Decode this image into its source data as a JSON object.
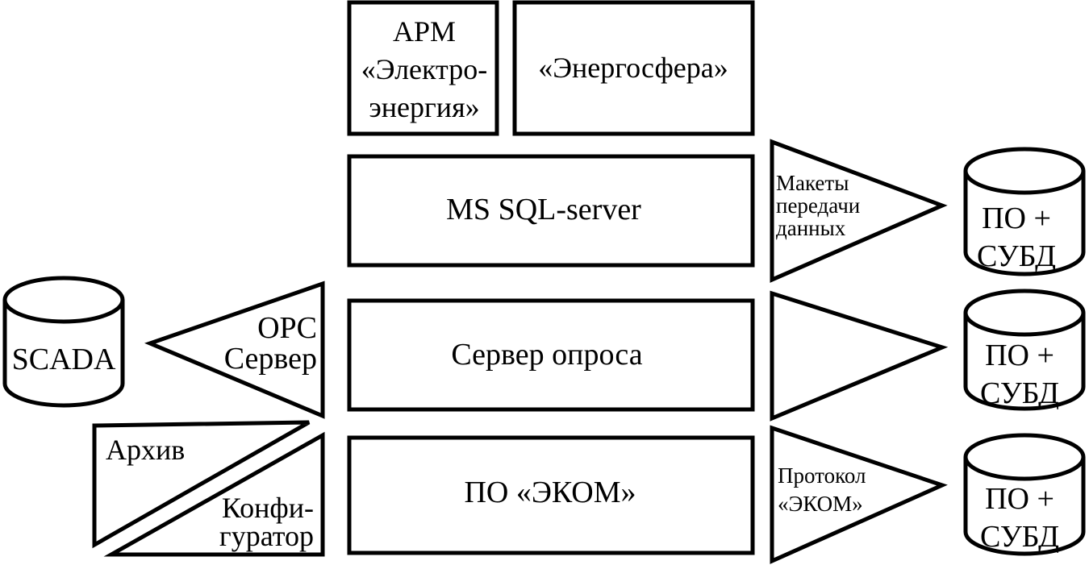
{
  "boxes": {
    "arm": [
      "АРМ",
      "«Электро-",
      "энергия»"
    ],
    "energosfera": "«Энергосфера»",
    "sql_server": "MS SQL-server",
    "poll_server": "Сервер опроса",
    "ekom": "ПО «ЭКОМ»"
  },
  "triangles": {
    "transfer_layouts": [
      "Макеты",
      "передачи",
      "данных"
    ],
    "middle_empty": "",
    "ekom_protocol": [
      "Протокол",
      "«ЭКОМ»"
    ],
    "opc_server": [
      "OPC",
      "Сервер"
    ],
    "archive": "Архив",
    "configurator": [
      "Конфи-",
      "гуратор"
    ]
  },
  "cylinders": {
    "top": [
      "ПО +",
      "СУБД"
    ],
    "middle": [
      "ПО +",
      "СУБД"
    ],
    "bottom": [
      "ПО +",
      "СУБД"
    ],
    "scada": "SCADA"
  }
}
